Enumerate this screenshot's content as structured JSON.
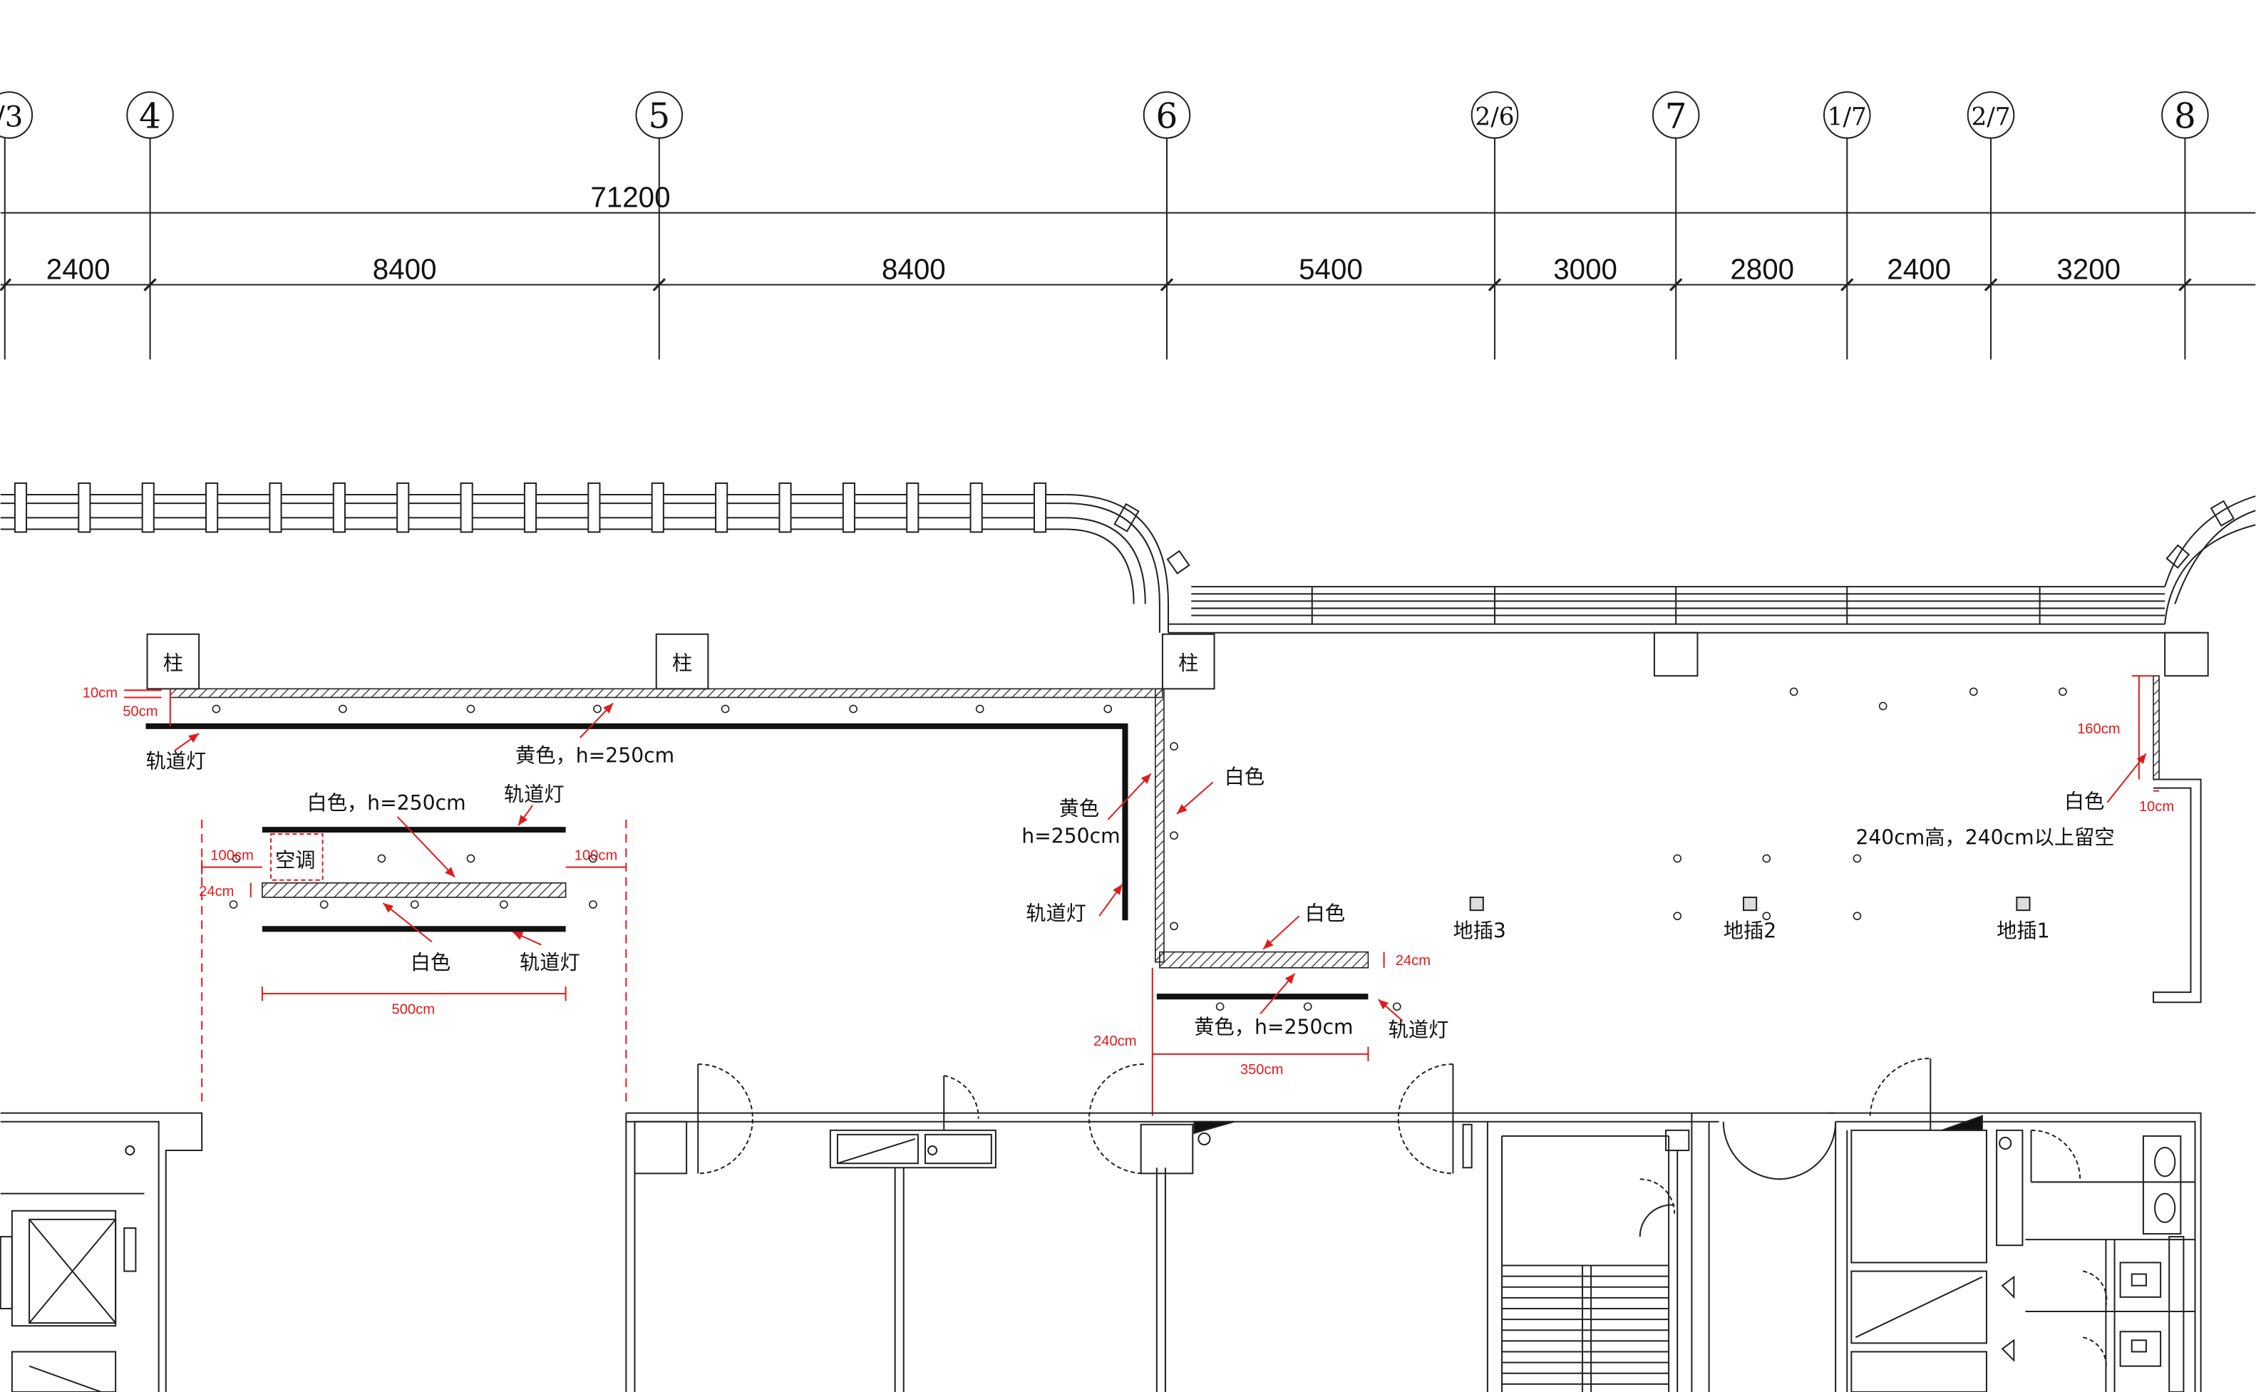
{
  "grid": {
    "axes": [
      "/3",
      "4",
      "5",
      "6",
      "2/6",
      "7",
      "1/7",
      "2/7",
      "8"
    ],
    "total": "71200",
    "spans": [
      "2400",
      "8400",
      "8400",
      "5400",
      "3000",
      "2800",
      "2400",
      "3200"
    ]
  },
  "columns": [
    "柱",
    "柱",
    "柱"
  ],
  "left_wall": {
    "offset_10": "10cm",
    "offset_50": "50cm",
    "track_light": "轨道灯",
    "yellow": "黄色，h=250cm"
  },
  "island": {
    "white_h": "白色，h=250cm",
    "track_light_top": "轨道灯",
    "ac": "空调",
    "left_100": "100cm",
    "right_100": "100cm",
    "thick_24": "24cm",
    "white": "白色",
    "track_light_bottom": "轨道灯",
    "width_500": "500cm"
  },
  "mid_wall": {
    "yellow_1": "黄色",
    "yellow_2": "h=250cm",
    "white": "白色",
    "track_light": "轨道灯"
  },
  "low_wall": {
    "white": "白色",
    "thick_24": "24cm",
    "yellow": "黄色，h=250cm",
    "track_light": "轨道灯",
    "height_240": "240cm",
    "width_350": "350cm"
  },
  "right_wall": {
    "depth_160": "160cm",
    "white": "白色",
    "offset_10": "10cm",
    "note": "240cm高，240cm以上留空"
  },
  "floor_outlets": [
    "地插3",
    "地插2",
    "地插1"
  ]
}
